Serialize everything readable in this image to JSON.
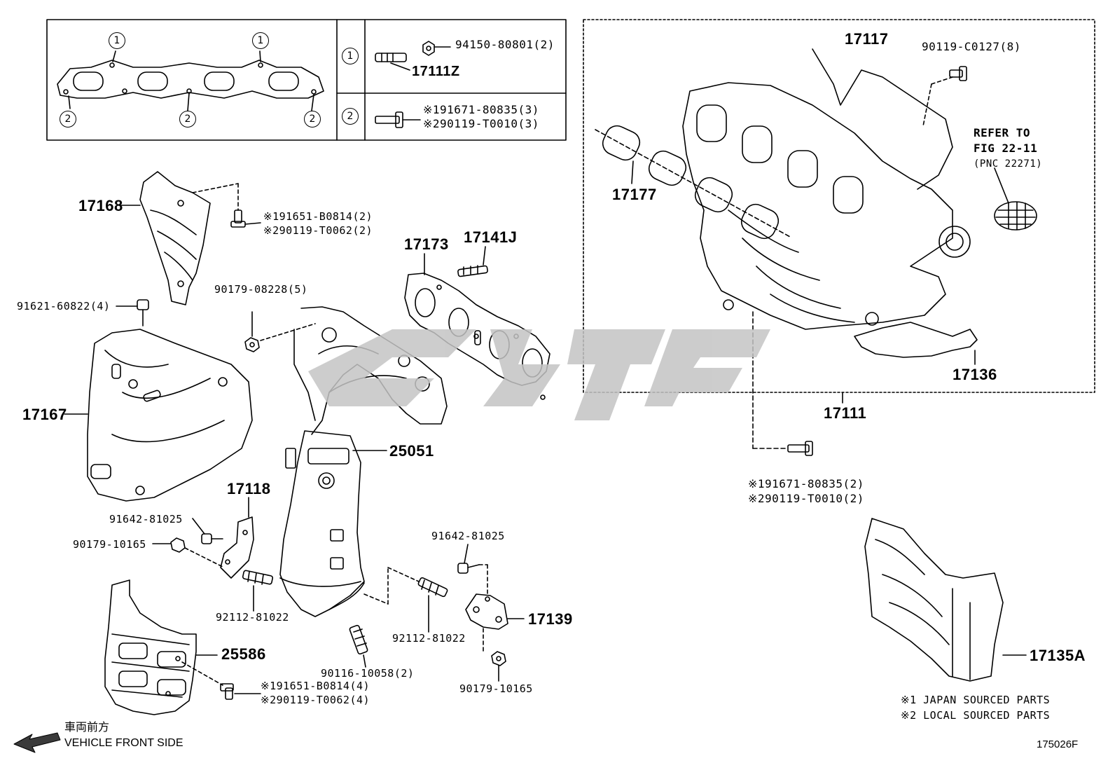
{
  "figure_id": "175026F",
  "footer": {
    "jp_label": "車両前方",
    "en_label": "VEHICLE FRONT SIDE"
  },
  "notes": {
    "note1": "※1 JAPAN SOURCED PARTS",
    "note2": "※2 LOCAL SOURCED PARTS"
  },
  "legend_box": {
    "marker1": "1",
    "marker2": "2",
    "row1_part": "17111Z",
    "row1_fastener": "94150-80801(2)",
    "row2_fastener_a": "※191671-80835(3)",
    "row2_fastener_b": "※290119-T0010(3)"
  },
  "intake_box": {
    "refer_line1": "REFER TO",
    "refer_line2": "FIG 22-11",
    "refer_line3": "(PNC 22271)"
  },
  "parts": {
    "p17117": "17117",
    "p90119_c0127": "90119-C0127(8)",
    "p17177": "17177",
    "p17136": "17136",
    "p17111": "17111",
    "p17168": "17168",
    "p17173": "17173",
    "p17141j": "17141J",
    "p17167": "17167",
    "p25051": "25051",
    "p17118": "17118",
    "p17139": "17139",
    "p25586": "25586",
    "p17135a": "17135A",
    "p91621": "91621-60822(4)",
    "p90179_08228": "90179-08228(5)",
    "p191651_b0814_2": "※191651-B0814(2)",
    "p290119_t0062_2": "※290119-T0062(2)",
    "p91642_a": "91642-81025",
    "p90179_10165_a": "90179-10165",
    "p92112_a": "92112-81022",
    "p92112_b": "92112-81022",
    "p91642_b": "91642-81025",
    "p90116": "90116-10058(2)",
    "p90179_10165_b": "90179-10165",
    "p191651_b0814_4": "※191651-B0814(4)",
    "p290119_t0062_4": "※290119-T0062(4)",
    "p191671_80835_2": "※191671-80835(2)",
    "p290119_t0010_2": "※290119-T0010(2)"
  },
  "colors": {
    "line": "#000000",
    "watermark": "#c4c4c4"
  }
}
